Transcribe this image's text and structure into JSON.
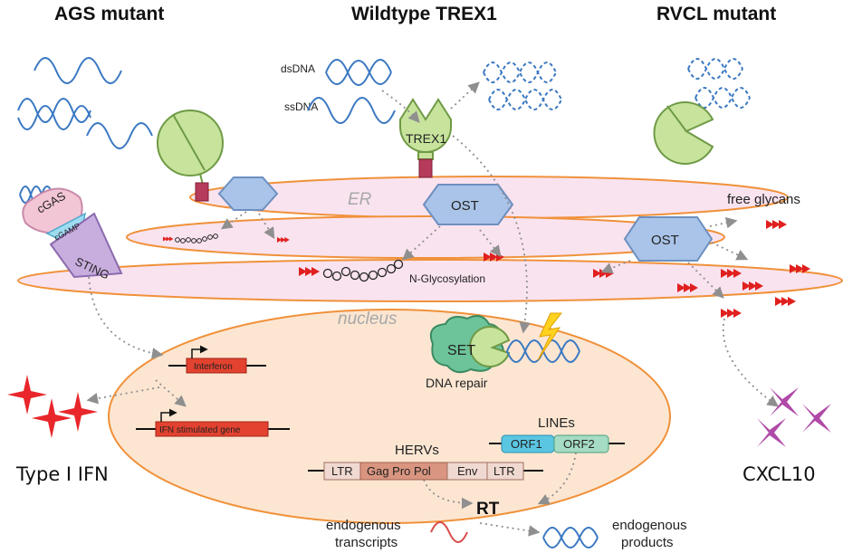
{
  "headers": {
    "ags": "AGS mutant",
    "wildtype": "Wildtype TREX1",
    "rvcl": "RVCL mutant"
  },
  "labels": {
    "dsdna": "dsDNA",
    "ssdna": "ssDNA",
    "trex1": "TREX1",
    "er": "ER",
    "ost_center": "OST",
    "ost_right": "OST",
    "free_glycans": "free glycans",
    "cgas": "cGAS",
    "cgamp": "cGAMP",
    "sting": "STING",
    "n_glycosylation": "N-Glycosylation",
    "nucleus": "nucleus",
    "set": "SET",
    "dna_repair": "DNA repair",
    "interferon": "Interferon",
    "isg": "IFN stimulated gene",
    "lines": "LINEs",
    "orf1": "ORF1",
    "orf2": "ORF2",
    "hervs": "HERVs",
    "ltr_left": "LTR",
    "gag_pro_pol": "Gag Pro Pol",
    "env": "Env",
    "ltr_right": "LTR",
    "rt": "RT",
    "type1_ifn": "Type I IFN",
    "cxcl10": "CXCL10",
    "endo_transcripts_1": "endogenous",
    "endo_transcripts_2": "transcripts",
    "endo_products_1": "endogenous",
    "endo_products_2": "products"
  },
  "colors": {
    "er_fill": "#f9e3ef",
    "er_stroke": "#f0913a",
    "nucleus_fill": "#fce6d2",
    "ost_fill": "#a9c4e8",
    "ost_stroke": "#6d8fc0",
    "trex_fill": "#c7e39c",
    "trex_stroke": "#6f9a45",
    "dna_blue": "#3a78c2",
    "glycan_red": "#e0201e",
    "ifn_red": "#e8262b",
    "cxcl10_purple": "#b04aa8"
  }
}
